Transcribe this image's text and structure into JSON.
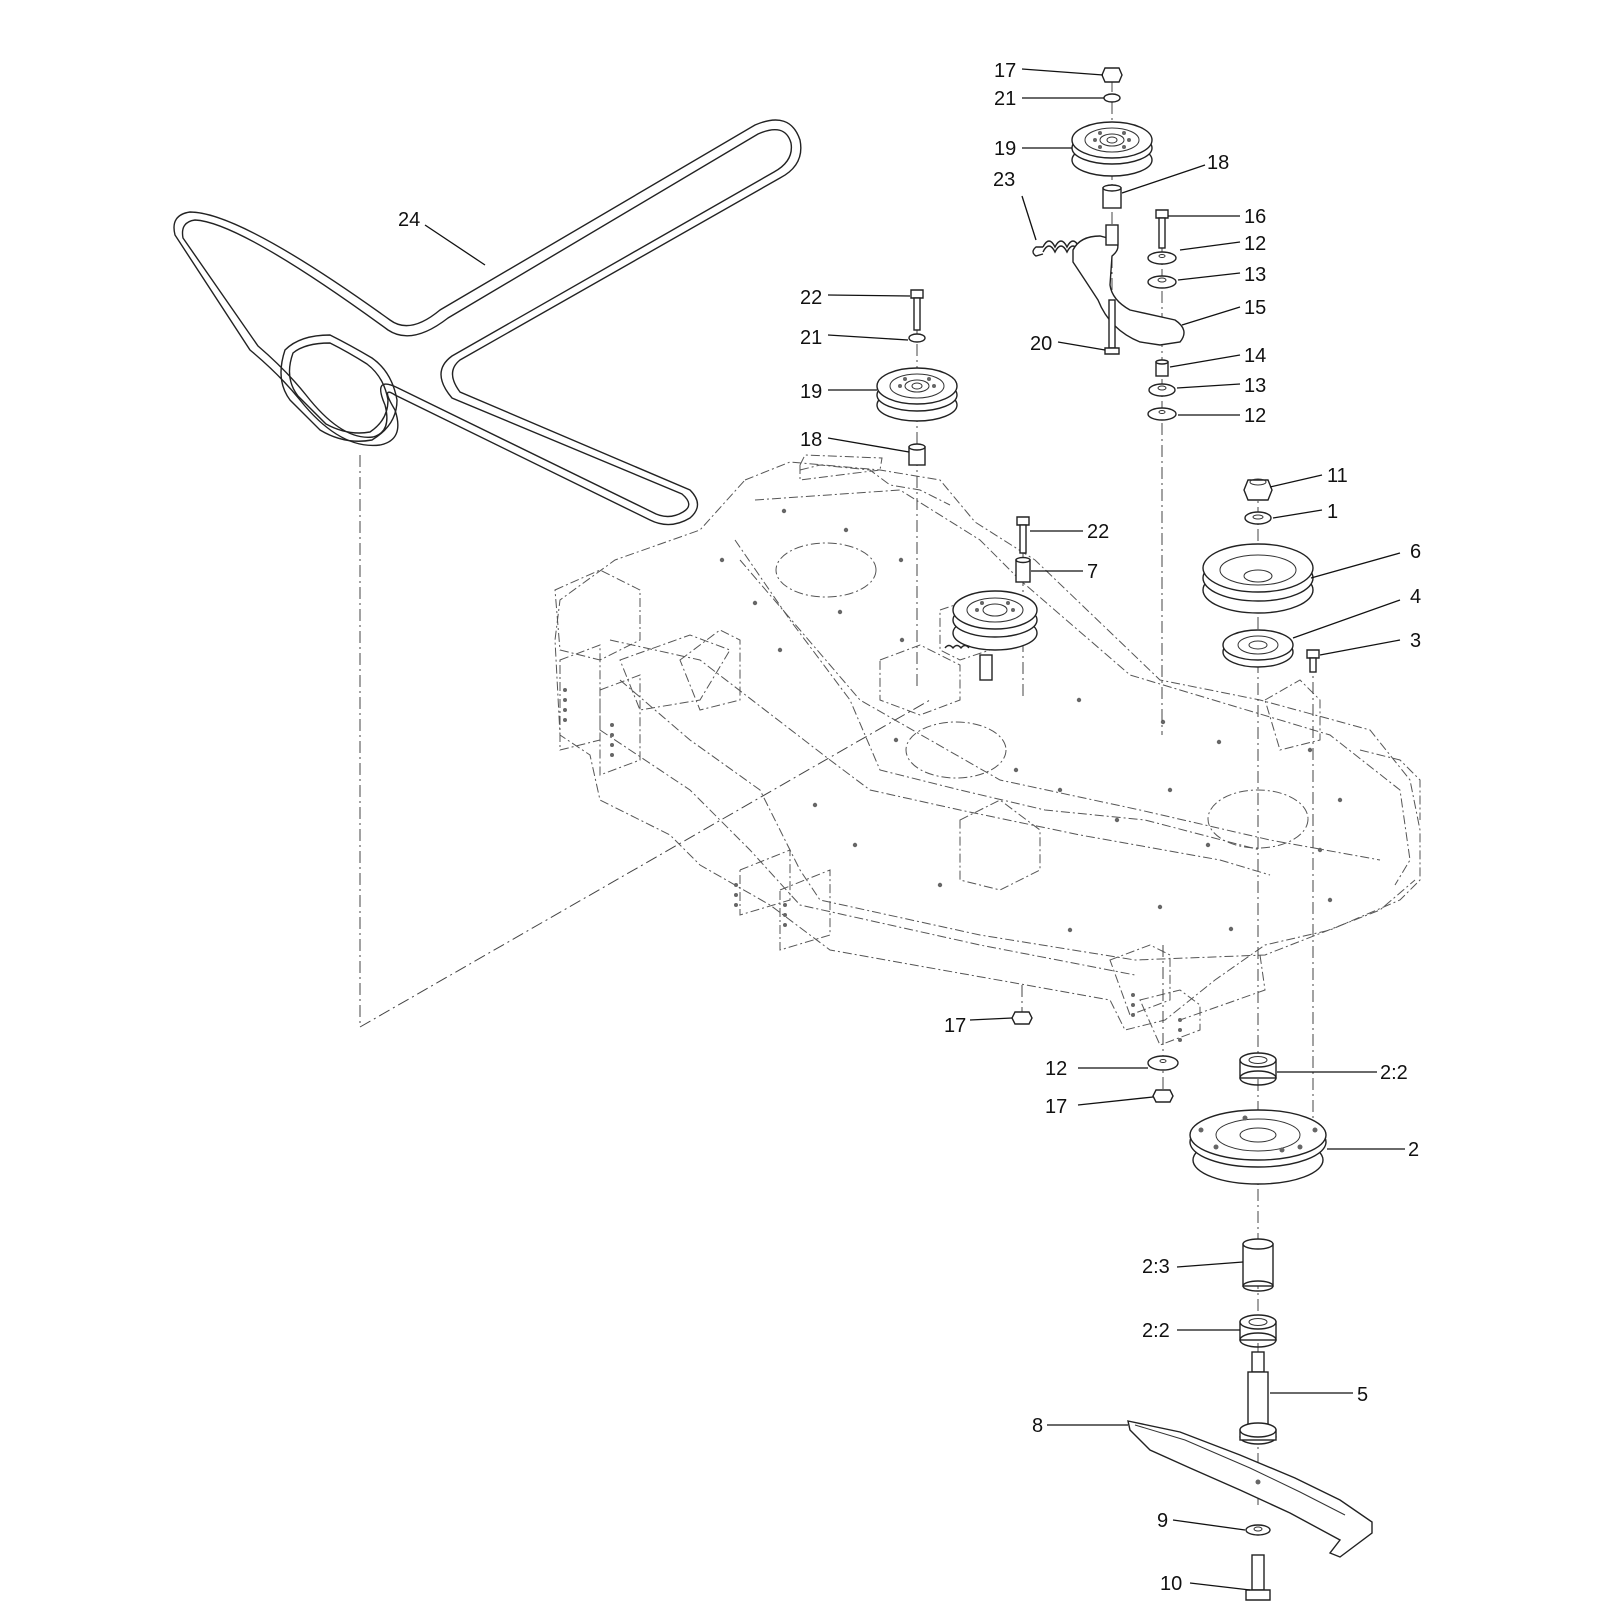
{
  "labels": {
    "l24": "24",
    "l23": "23",
    "l22a": "22",
    "l21a": "21",
    "l19a": "19",
    "l18a": "18",
    "l17a": "17",
    "l21b": "21",
    "l19b": "19",
    "l18b": "18",
    "l20": "20",
    "l16": "16",
    "l12a": "12",
    "l13a": "13",
    "l15": "15",
    "l14": "14",
    "l13b": "13",
    "l12b": "12",
    "l11": "11",
    "l1": "1",
    "l6": "6",
    "l4": "4",
    "l3": "3",
    "l22b": "22",
    "l7": "7",
    "l17b": "17",
    "l12c": "12",
    "l17c": "17",
    "l22c": "2:2",
    "l2": "2",
    "l23c": "2:3",
    "l22d": "2:2",
    "l5": "5",
    "l8": "8",
    "l9": "9",
    "l10": "10"
  },
  "colors": {
    "line": "#222222",
    "ghost": "#555555",
    "background": "#ffffff"
  }
}
